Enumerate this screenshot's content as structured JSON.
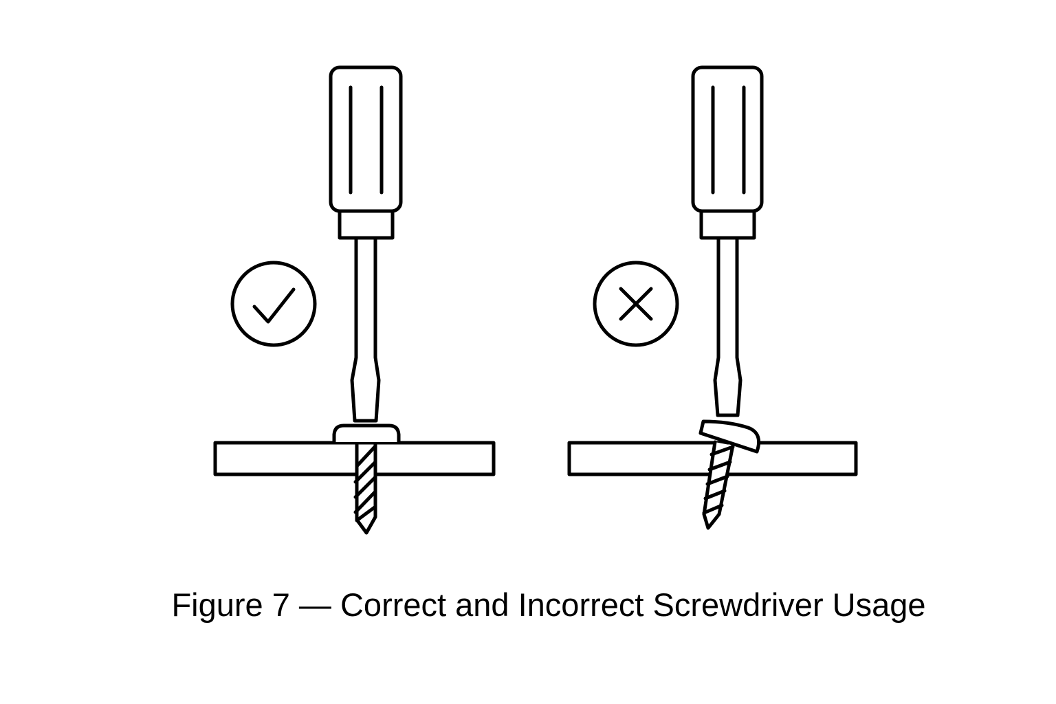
{
  "figure": {
    "caption": "Figure 7 — Correct and Incorrect Screwdriver Usage",
    "panels": [
      {
        "label": "correct",
        "icon": "check-circle-icon"
      },
      {
        "label": "incorrect",
        "icon": "x-circle-icon"
      }
    ],
    "line_color": "#000000",
    "background": "#ffffff"
  }
}
